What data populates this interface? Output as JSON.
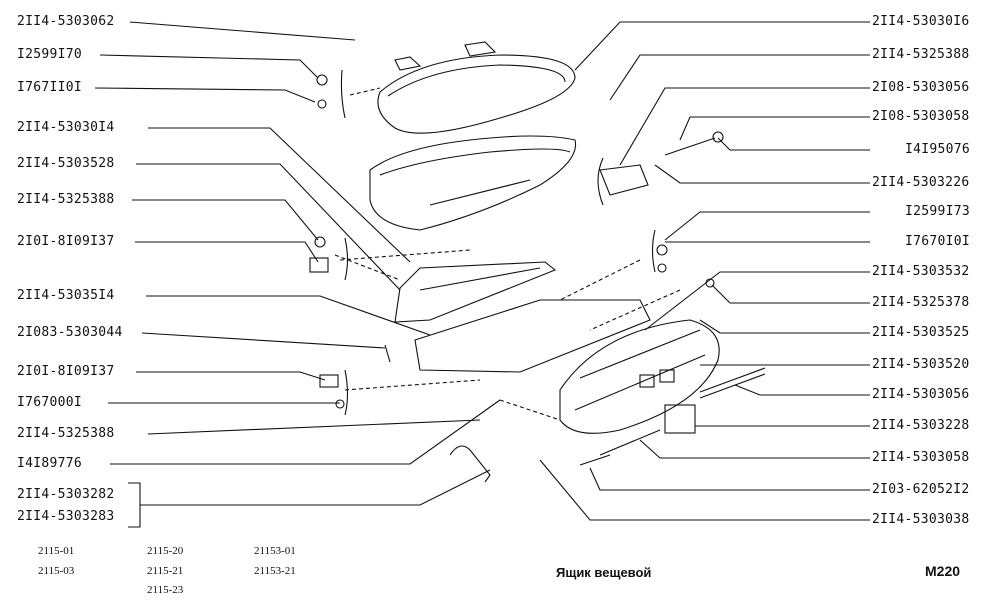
{
  "left_labels": [
    "2II4-5303062",
    "I2599I70",
    "I767II0I",
    "2II4-53030I4",
    "2II4-5303528",
    "2II4-5325388",
    "2I0I-8I09I37",
    "2II4-53035I4",
    "2I083-5303044",
    "2I0I-8I09I37",
    "I767000I",
    "2II4-5325388",
    "I4I89776",
    "2II4-5303282",
    "2II4-5303283"
  ],
  "right_labels": [
    "2II4-53030I6",
    "2II4-5325388",
    "2I08-5303056",
    "2I08-5303058",
    "I4I95076",
    "2II4-5303226",
    "I2599I73",
    "I7670I0I",
    "2II4-5303532",
    "2II4-5325378",
    "2II4-5303525",
    "2II4-5303520",
    "2II4-5303056",
    "2II4-5303228",
    "2II4-5303058",
    "2I03-62052I2",
    "2II4-5303038"
  ],
  "footer": {
    "models_col1": [
      "2115-01",
      "2115-03"
    ],
    "models_col2": [
      "2115-20",
      "2115-21",
      "2115-23"
    ],
    "models_col3": [
      "21153-01",
      "21153-21"
    ],
    "title": "Ящик вещевой",
    "code": "M220"
  }
}
